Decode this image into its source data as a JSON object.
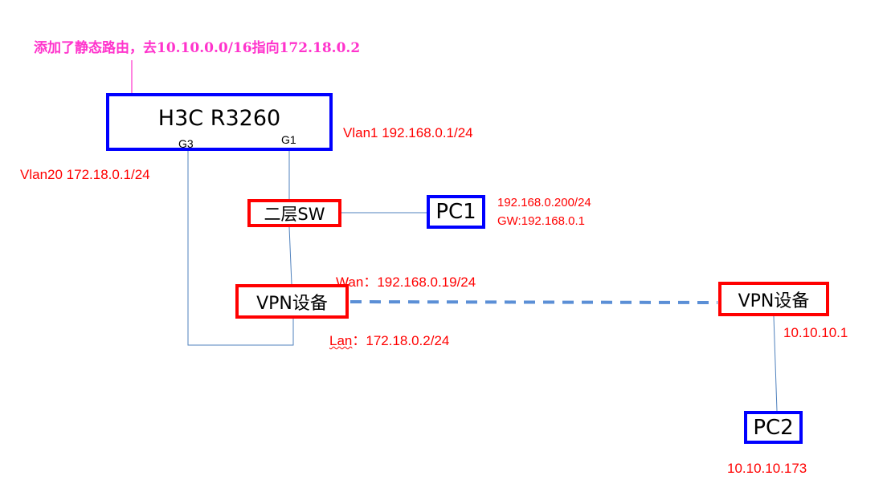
{
  "annotation": "添加了静态路由，去10.10.0.0/16指向172.18.0.2",
  "router": {
    "name": "H3C R3260",
    "port_g3": "G3",
    "port_g1": "G1",
    "vlan1": "Vlan1 192.168.0.1/24",
    "vlan20": "Vlan20 172.18.0.1/24"
  },
  "switch": {
    "name": "二层SW"
  },
  "pc1": {
    "name": "PC1",
    "ip": "192.168.0.200/24",
    "gw": "GW:192.168.0.1"
  },
  "vpn_local": {
    "name": "VPN设备",
    "wan_prefix": "Wan",
    "wan": "：192.168.0.19/24",
    "lan_prefix": "Lan",
    "lan": "：172.18.0.2/24"
  },
  "vpn_remote": {
    "name": "VPN设备",
    "ip": "10.10.10.1"
  },
  "pc2": {
    "name": "PC2",
    "ip": "10.10.10.173"
  },
  "colors": {
    "device_blue": "#0000ff",
    "device_red": "#ff0000",
    "link": "#4f81bd",
    "tunnel": "#5b8fd6",
    "annotation": "#ff33cc"
  }
}
